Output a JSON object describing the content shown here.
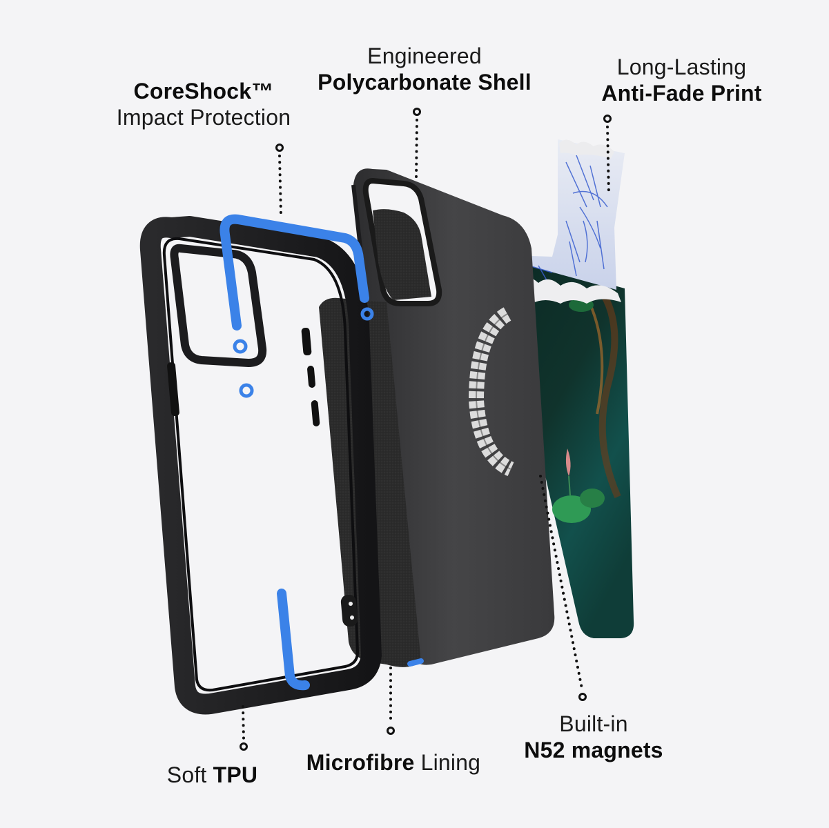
{
  "colors": {
    "background": "#f4f4f6",
    "text": "#111111",
    "case_black": "#1c1c1e",
    "shell_gray": "#3a3a3c",
    "bumper_blue": "#3b82e8",
    "microfibre": "#2a2a2a",
    "print_green": "#0f3a33",
    "print_blue_line": "#3a5fd0"
  },
  "labels": {
    "coreshock": {
      "line1_bold": "CoreShock™",
      "line2_regular": "Impact Protection"
    },
    "shell": {
      "line1_regular": "Engineered",
      "line2_bold": "Polycarbonate Shell"
    },
    "print": {
      "line1_regular": "Long-Lasting",
      "line2_bold": "Anti-Fade Print"
    },
    "tpu": {
      "regular": "Soft ",
      "bold": "TPU"
    },
    "microfibre": {
      "bold": "Microfibre",
      "regular": " Lining"
    },
    "magnets": {
      "line1_regular": "Built-in",
      "line2_bold": "N52 magnets"
    }
  },
  "components": [
    {
      "id": "tpu-frame",
      "name": "Soft TPU frame"
    },
    {
      "id": "coreshock-bumpers",
      "name": "CoreShock bumpers"
    },
    {
      "id": "microfibre-lining",
      "name": "Microfibre lining"
    },
    {
      "id": "polycarbonate-shell",
      "name": "Polycarbonate shell"
    },
    {
      "id": "magnet-ring",
      "name": "N52 magnet ring"
    },
    {
      "id": "print-layer",
      "name": "Anti-fade print layer"
    }
  ]
}
